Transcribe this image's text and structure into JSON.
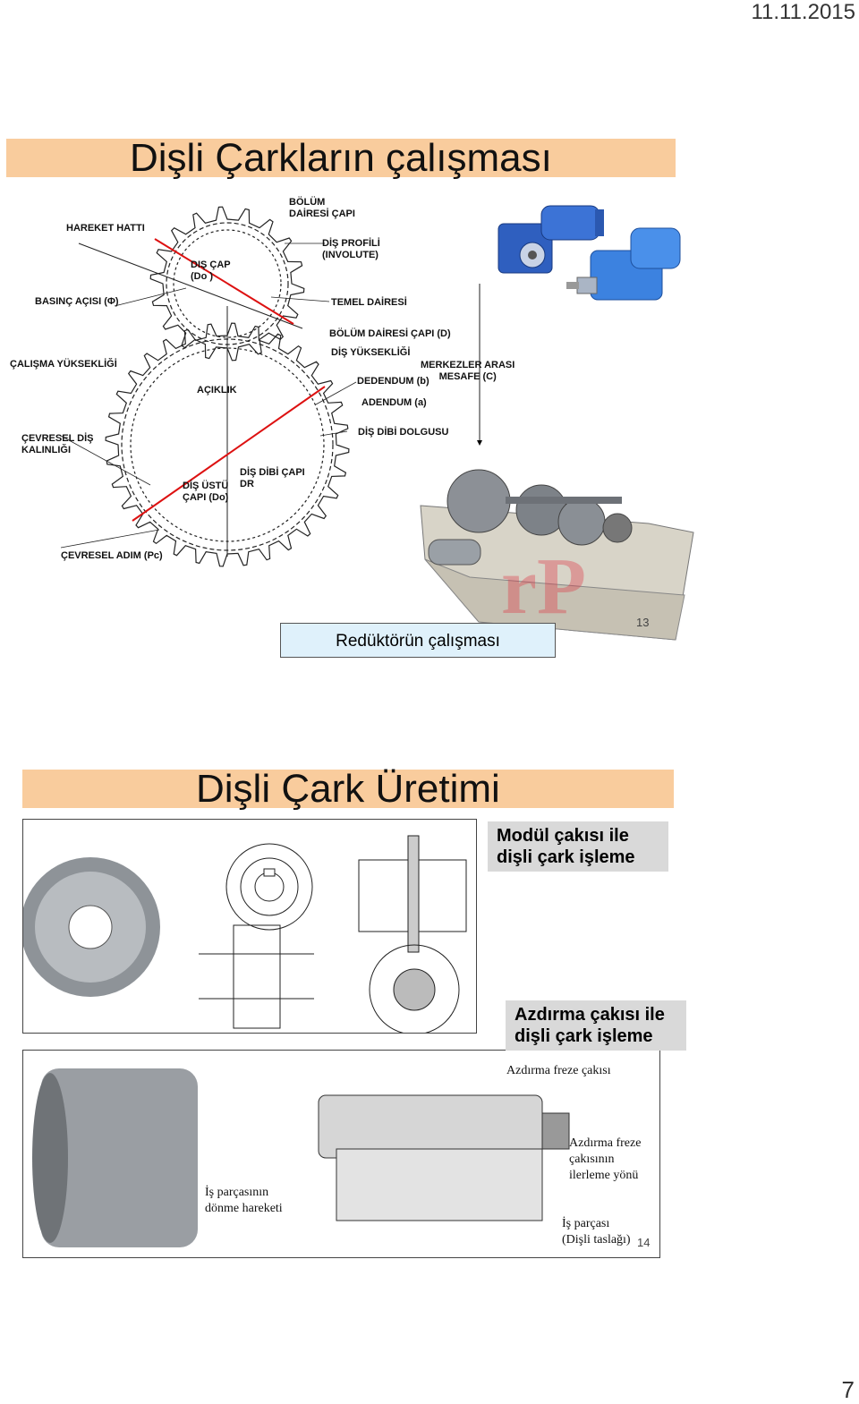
{
  "header": {
    "date": "11.11.2015"
  },
  "slide1": {
    "title": "Dişli Çarkların çalışması",
    "caption": "Redüktörün çalışması",
    "slide_number": "13",
    "diagram_labels": {
      "hareket_hatti": "HAREKET HATTI",
      "bolum_dairesi_capi": "BÖLÜM\nDAİRESİ ÇAPI",
      "dis_profili": "DİŞ PROFİLİ\n(INVOLUTE)",
      "dis_cap": "DIŞ ÇAP\n(Do )",
      "basinc_acisi": "BASINÇ AÇISI (Φ)",
      "temel_dairesi": "TEMEL DAİRESİ",
      "bolum_dairesi_capi_d": "BÖLÜM DAİRESİ ÇAPI (D)",
      "dis_yuksekligi": "DİŞ YÜKSEKLİĞİ",
      "calisma_yuksekligi": "ÇALIŞMA YÜKSEKLİĞİ",
      "merkezler_arasi": "MERKEZLER ARASI\nMESAFE (C)",
      "aciklik": "AÇIKLIK",
      "dedendum": "DEDENDUM (b)",
      "adendum": "ADENDUM (a)",
      "cevresel_dis": "ÇEVRESEL DİŞ\nKALINLIĞI",
      "dis_dibi_dolgusu": "DİŞ DİBİ DOLGUSU",
      "dis_dibi_capi": "DİŞ DİBİ ÇAPI\nDR",
      "dis_ustu_capi": "DİŞ ÜSTÜ\nÇAPI (Do)",
      "cevresel_adim": "ÇEVRESEL ADIM (Pc)"
    }
  },
  "slide2": {
    "title": "Dişli Çark Üretimi",
    "label_modul": "Modül çakısı ile\ndişli çark işleme",
    "label_azdirma": "Azdırma çakısı ile\ndişli çark işleme",
    "slide_number": "14",
    "hob_labels": {
      "azdirma_freze_cakisi": "Azdırma freze çakısı",
      "ilerleme_yonu": "Azdırma freze\nçakısının\nilerleme yönü",
      "donme_hareketi": "İş parçasının\ndönme hareketi",
      "is_parcasi": "İş parçası\n(Dişli taslağı)"
    }
  },
  "footer": {
    "page_number": "7"
  },
  "colors": {
    "title_bar": "#f9cc9d",
    "caption_fill": "#dff1fb",
    "label_fill": "#d9d9d9",
    "motor_blue": "#2f6fd0"
  }
}
